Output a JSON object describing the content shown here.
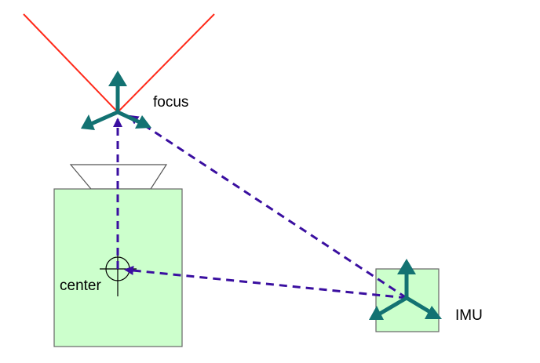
{
  "labels": {
    "focus": "focus",
    "center": "center",
    "imu": "IMU"
  },
  "colors": {
    "ray": "#ff2a1a",
    "box_fill": "#ccffcc",
    "box_stroke": "#666666",
    "axis_arrows": "#137272",
    "link_dashed": "#3a0fa0"
  },
  "icons": {
    "focus_frame": "three-axis-arrows-icon",
    "imu_frame": "three-axis-arrows-icon",
    "center_mark": "crosshair-circle-icon"
  }
}
